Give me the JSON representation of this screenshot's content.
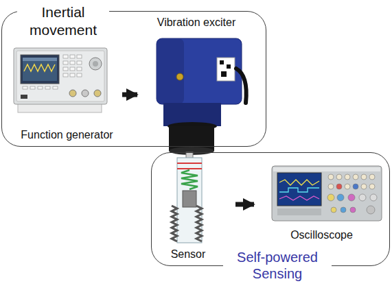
{
  "diagram": {
    "nodes": [
      {
        "text": [
          "Inertial movement"
        ]
      },
      {
        "text": [
          "Function generator"
        ],
        "in": 0
      },
      {
        "text": [
          "Vibration exciter"
        ],
        "in": 0
      },
      {
        "text": [
          "Self-powered Sensing"
        ]
      },
      {
        "text": [
          "Sensor"
        ],
        "in": 3
      },
      {
        "text": [
          "Oscilloscope"
        ],
        "in": 3
      }
    ],
    "edges": [
      {
        "from": 1,
        "to": 2,
        "arrow": "to"
      },
      {
        "from": 4,
        "to": 5,
        "arrow": "to"
      }
    ]
  }
}
